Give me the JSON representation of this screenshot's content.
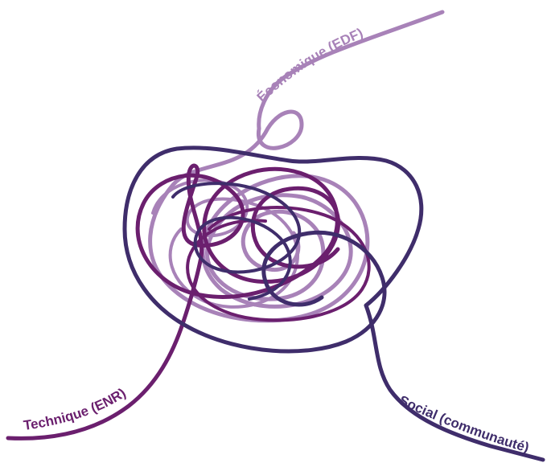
{
  "strands": [
    {
      "id": "economique",
      "label": "Économique (EDF)",
      "color": "#a882b8"
    },
    {
      "id": "technique",
      "label": "Technique (ENR)",
      "color": "#6b1f6e"
    },
    {
      "id": "social",
      "label": "Social (communauté)",
      "color": "#3f2d6b"
    }
  ]
}
